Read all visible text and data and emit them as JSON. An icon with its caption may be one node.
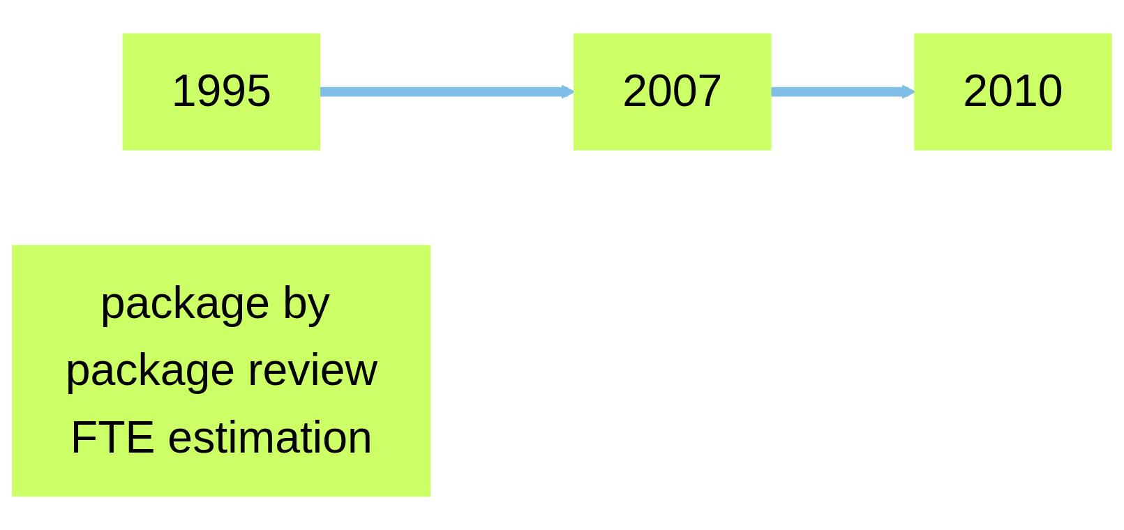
{
  "diagram": {
    "nodes": [
      {
        "text": [
          "1995"
        ]
      },
      {
        "text": [
          "2007"
        ]
      },
      {
        "text": [
          "2010"
        ]
      },
      {
        "text": [
          "package by package review",
          "FTE estimation"
        ]
      }
    ],
    "edges": [
      {
        "from": 0,
        "to": 1,
        "arrow": "to"
      },
      {
        "from": 1,
        "to": 2,
        "arrow": "to"
      }
    ]
  }
}
